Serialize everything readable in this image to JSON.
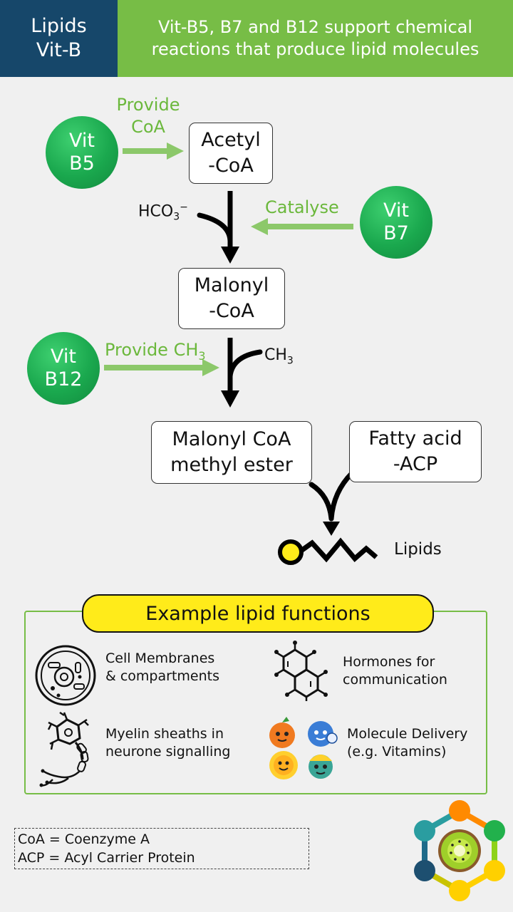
{
  "header": {
    "left_line1": "Lipids",
    "left_line2": "Vit-B",
    "right_line1": "Vit-B5, B7 and B12 support chemical",
    "right_line2": "reactions that produce lipid molecules"
  },
  "vitamins": {
    "b5": {
      "line1": "Vit",
      "line2": "B5"
    },
    "b7": {
      "line1": "Vit",
      "line2": "B7"
    },
    "b12": {
      "line1": "Vit",
      "line2": "B12"
    }
  },
  "labels": {
    "provide_coa_line1": "Provide",
    "provide_coa_line2": "CoA",
    "catalyse": "Catalyse",
    "provide_ch3": "Provide CH",
    "provide_ch3_sub": "3",
    "hco3": "HCO",
    "hco3_sub": "3",
    "hco3_sup": "−",
    "ch3": "CH",
    "ch3_sub": "3",
    "lipids": "Lipids"
  },
  "molecules": {
    "acetyl_line1": "Acetyl",
    "acetyl_line2": "-CoA",
    "malonyl_line1": "Malonyl",
    "malonyl_line2": "-CoA",
    "ester_line1": "Malonyl CoA",
    "ester_line2": "methyl ester",
    "fatty_line1": "Fatty acid",
    "fatty_line2": "-ACP"
  },
  "functions": {
    "title": "Example lipid functions",
    "items": [
      {
        "line1": "Cell Membranes",
        "line2": "& compartments",
        "icon": "cell-icon"
      },
      {
        "line1": "Hormones for",
        "line2": "communication",
        "icon": "steroid-icon"
      },
      {
        "line1": "Myelin sheaths in",
        "line2": "neurone signalling",
        "icon": "neuron-icon"
      },
      {
        "line1": "Molecule Delivery",
        "line2": "(e.g. Vitamins)",
        "icon": "vitamin-characters-icon"
      }
    ]
  },
  "legend": {
    "line1": "CoA = Coenzyme A",
    "line2": "ACP = Acyl Carrier Protein"
  },
  "colors": {
    "header_dark": "#16476a",
    "header_green": "#77bd46",
    "vitamin_green": "#1aa84e",
    "arrow_green": "#8cc86a",
    "title_yellow": "#ffeb1a"
  }
}
